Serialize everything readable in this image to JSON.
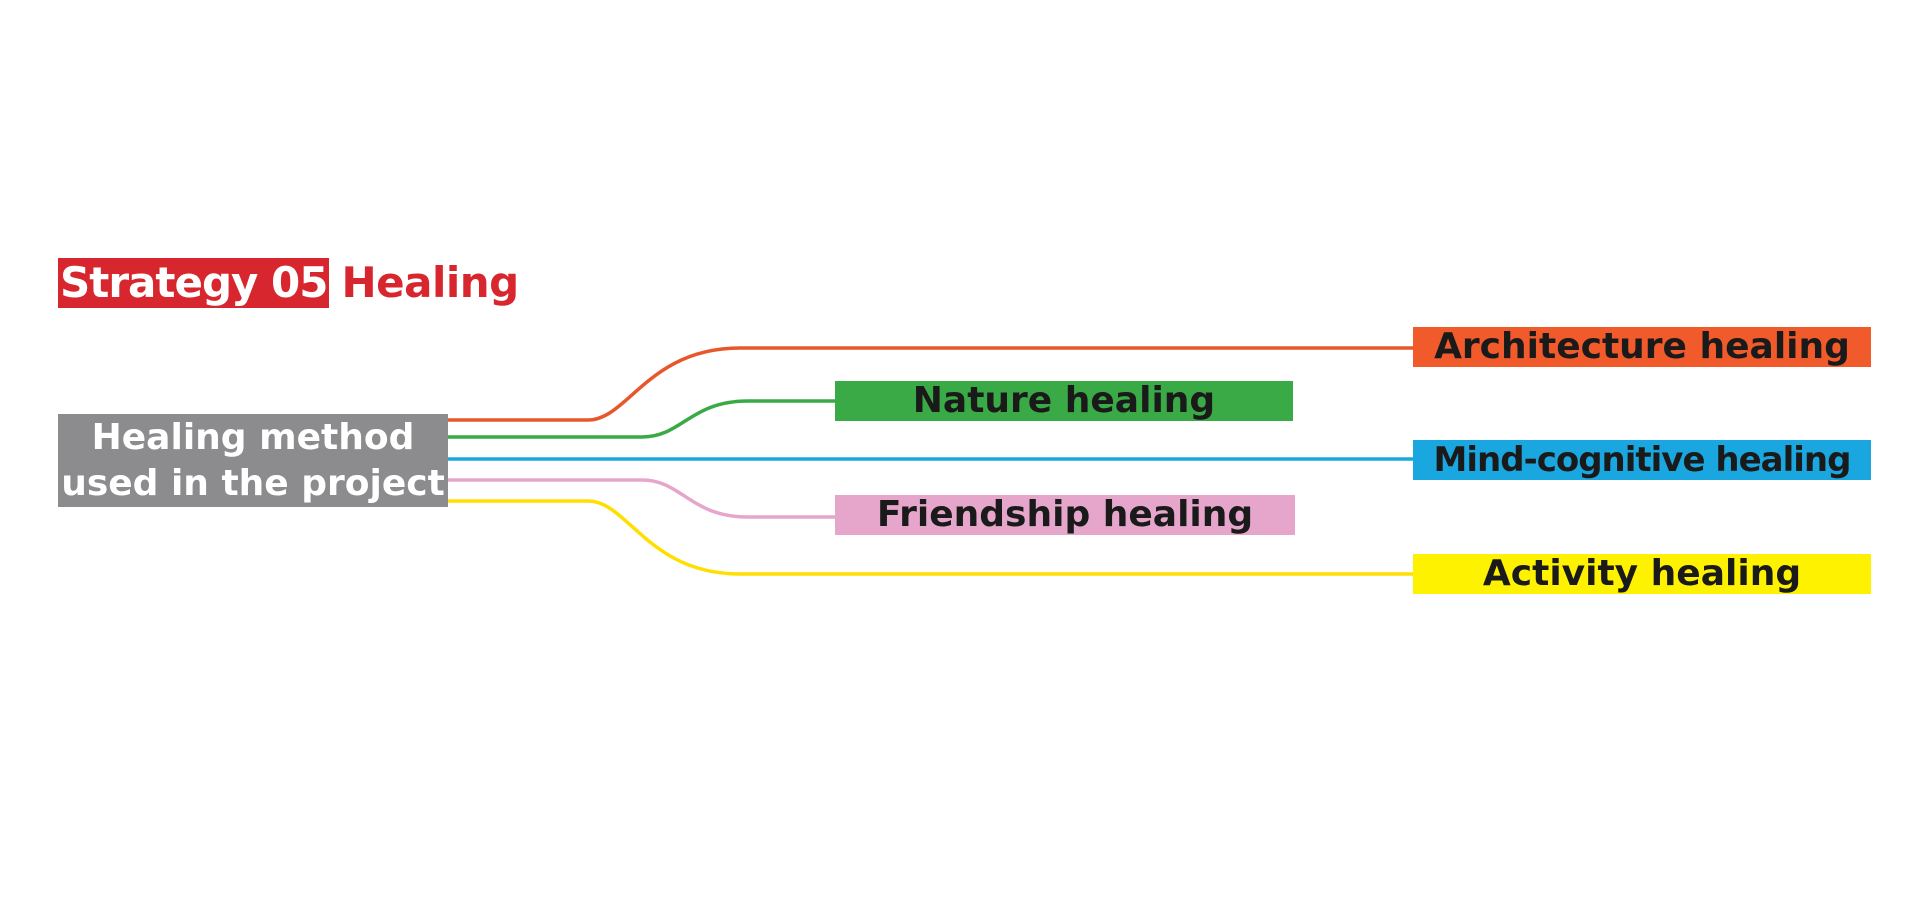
{
  "heading": {
    "label": "Strategy 05",
    "topic": "Healing",
    "color": "#d7262d"
  },
  "root": {
    "lines": [
      "Healing method",
      "used in the project"
    ],
    "color": "#8c8c8e"
  },
  "branches": [
    {
      "label": "Architecture healing",
      "color": "#f15a2b"
    },
    {
      "label": "Nature healing",
      "color": "#3aaa46"
    },
    {
      "label": "Mind-cognitive healing",
      "color": "#1aa7e0"
    },
    {
      "label": "Friendship healing",
      "color": "#e6a6cb"
    },
    {
      "label": "Activity healing",
      "color": "#fff200"
    }
  ],
  "connector_colors": [
    "#e8572b",
    "#3aaa46",
    "#1aa7e0",
    "#e6a6cb",
    "#ffdf00"
  ]
}
